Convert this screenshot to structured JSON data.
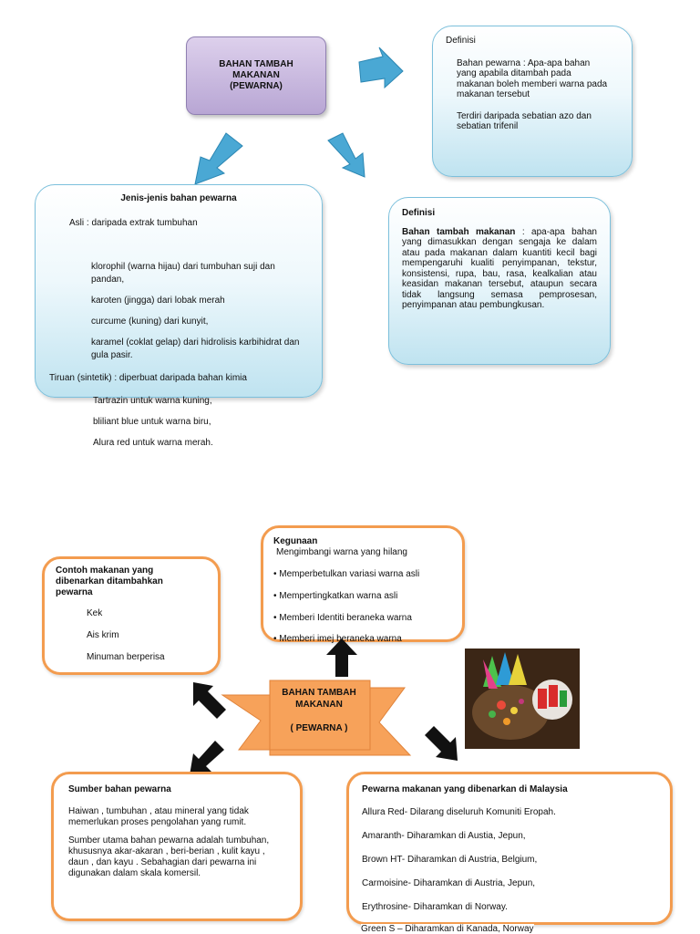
{
  "top": {
    "title": "BAHAN TAMBAH\nMAKANAN\n(PEWARNA)",
    "definisi1": {
      "heading": "Definisi",
      "para1": "Bahan pewarna : Apa-apa bahan yang apabila ditambah pada makanan boleh memberi warna pada makanan tersebut",
      "para2": "Terdiri daripada sebatian azo dan sebatian trifenil"
    },
    "definisi2": {
      "heading": "Definisi",
      "term": "Bahan tambah makanan",
      "body": " : apa-apa bahan yang dimasukkan dengan sengaja ke dalam atau pada makanan dalam kuantiti kecil bagi mempengaruhi kualiti penyimpanan, tekstur, konsistensi, rupa, bau, rasa, kealkalian atau keasidan makanan tersebut, ataupun secara tidak langsung semasa pemprosesan, penyimpanan atau pembungkusan."
    },
    "jenis": {
      "heading": "Jenis-jenis bahan pewarna",
      "asli": "Asli  : daripada extrak tumbuhan",
      "asli_items": [
        "klorophil (warna hijau) dari tumbuhan suji dan pandan,",
        "karoten (jingga) dari lobak merah",
        "curcume (kuning) dari kunyit,",
        "karamel (coklat gelap) dari hidrolisis karbihidrat dan gula pasir."
      ],
      "tiruan": "Tiruan (sintetik) : diperbuat daripada bahan kimia",
      "tiruan_items": [
        "Tartrazin untuk  warna kuning,",
        "bliliant blue untuk warna biru,",
        "Alura red untuk warna merah."
      ]
    }
  },
  "bottom": {
    "banner_title": "BAHAN TAMBAH\nMAKANAN",
    "banner_sub": "( PEWARNA )",
    "contoh": {
      "heading": "Contoh makanan yang dibenarkan ditambahkan pewarna",
      "items": [
        "Kek",
        "Ais krim",
        "Minuman berperisa"
      ]
    },
    "kegunaan": {
      "heading": "Kegunaan",
      "intro": "Mengimbangi warna yang hilang",
      "items": [
        "• Memperbetulkan variasi warna asli",
        "• Mempertingkatkan warna asli",
        "• Memberi Identiti beraneka warna",
        "• Memberi imej beraneka warna"
      ]
    },
    "sumber": {
      "heading": "Sumber bahan pewarna",
      "para1": "Haiwan , tumbuhan , atau mineral yang  tidak memerlukan proses pengolahan yang rumit.",
      "para2": "Sumber utama bahan pewarna adalah tumbuhan, khususnya akar-akaran , beri-berian , kulit kayu , daun , dan kayu . Sebahagian dari pewarna ini digunakan dalam skala komersil."
    },
    "pewarna_malaysia": {
      "heading": "Pewarna makanan yang dibenarkan di Malaysia",
      "items": [
        "Allura Red- Dilarang diseluruh Komuniti Eropah.",
        "Amaranth- Diharamkan di Austia, Jepun,",
        "Brown HT- Diharamkan di Austria, Belgium,",
        "Carmoisine- Diharamkan di Austria, Jepun,",
        "Erythrosine- Diharamkan di Norway.",
        "Green S – Diharamkan di Kanada, Norway"
      ]
    }
  },
  "colors": {
    "blue_arrow": "#4aa8d4",
    "orange": "#f39c4f",
    "lavender": "#c4b3de"
  }
}
